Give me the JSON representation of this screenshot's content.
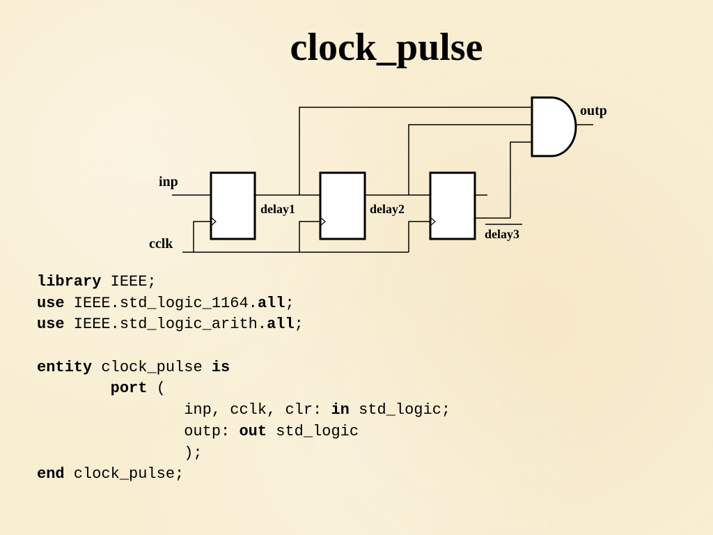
{
  "title": "clock_pulse",
  "diagram": {
    "labels": {
      "inp": "inp",
      "cclk": "cclk",
      "delay1": "delay1",
      "delay2": "delay2",
      "delay3": "delay3",
      "outp": "outp"
    }
  },
  "code": {
    "lines": [
      [
        {
          "t": "library",
          "k": true
        },
        {
          "t": " IEEE;"
        }
      ],
      [
        {
          "t": "use",
          "k": true
        },
        {
          "t": " IEEE.std_logic_1164."
        },
        {
          "t": "all",
          "k": true
        },
        {
          "t": ";"
        }
      ],
      [
        {
          "t": "use",
          "k": true
        },
        {
          "t": " IEEE.std_logic_arith."
        },
        {
          "t": "all",
          "k": true
        },
        {
          "t": ";"
        }
      ],
      [],
      [
        {
          "t": "entity",
          "k": true
        },
        {
          "t": " clock_pulse "
        },
        {
          "t": "is",
          "k": true
        }
      ],
      [
        {
          "t": "        "
        },
        {
          "t": "port",
          "k": true
        },
        {
          "t": " ("
        }
      ],
      [
        {
          "t": "                inp, cclk, clr: "
        },
        {
          "t": "in",
          "k": true
        },
        {
          "t": " std_logic;"
        }
      ],
      [
        {
          "t": "                outp: "
        },
        {
          "t": "out",
          "k": true
        },
        {
          "t": " std_logic"
        }
      ],
      [
        {
          "t": "                );"
        }
      ],
      [
        {
          "t": "end",
          "k": true
        },
        {
          "t": " clock_pulse;"
        }
      ]
    ]
  }
}
